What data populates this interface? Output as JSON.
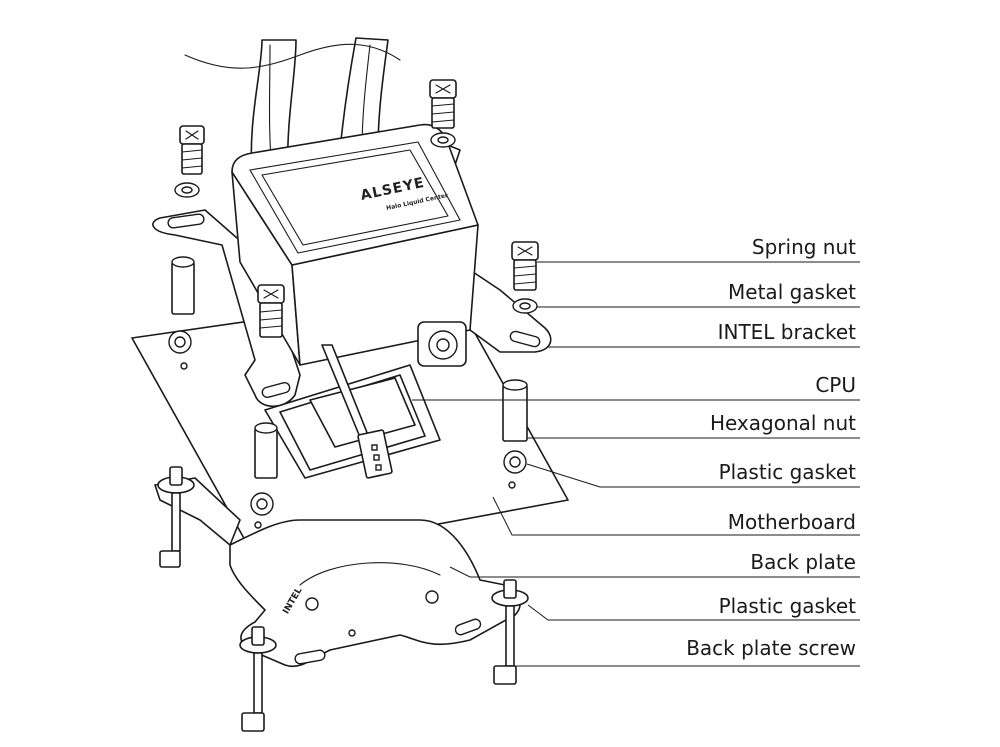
{
  "diagram": {
    "brand_logo": "ALSEYE",
    "brand_subtitle": "Halo Liquid Center",
    "backplate_marking": "INTEL",
    "labels": [
      "Spring nut",
      "Metal gasket",
      "INTEL bracket",
      "CPU",
      "Hexagonal nut",
      "Plastic gasket",
      "Motherboard",
      "Back plate",
      "Plastic gasket",
      "Back plate screw"
    ]
  }
}
